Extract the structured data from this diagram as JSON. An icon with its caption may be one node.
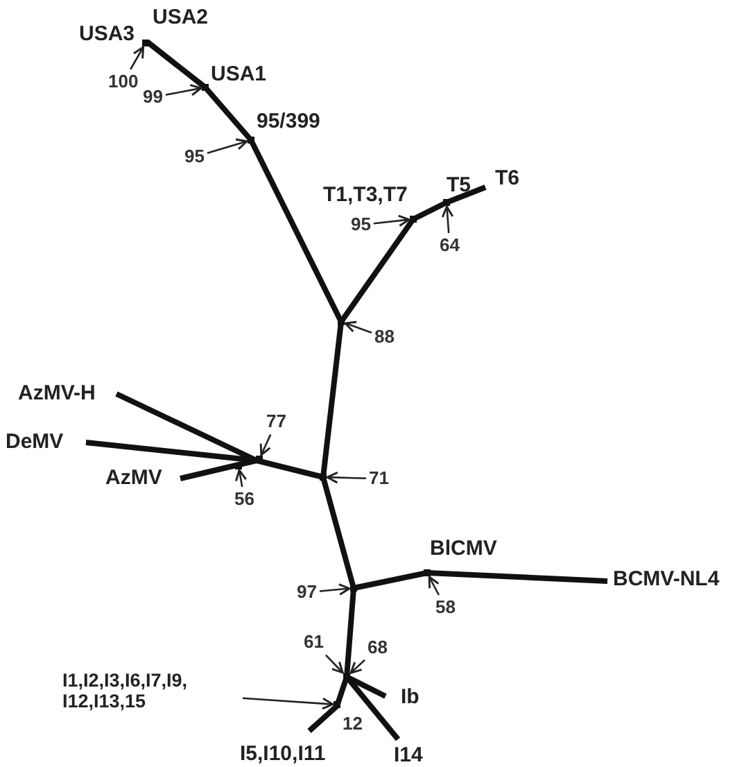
{
  "diagram": {
    "nodes": [
      {
        "text": [
          "100"
        ]
      },
      {
        "text": [
          "99"
        ]
      },
      {
        "text": [
          "95"
        ]
      },
      {
        "text": [
          "95"
        ]
      },
      {
        "text": [
          "64"
        ]
      },
      {
        "text": [
          "88"
        ]
      },
      {
        "text": [
          "77"
        ]
      },
      {
        "text": [
          "71"
        ]
      },
      {
        "text": [
          "56"
        ]
      },
      {
        "text": [
          "97"
        ]
      },
      {
        "text": [
          "58"
        ]
      },
      {
        "text": [
          "61"
        ]
      },
      {
        "text": [
          "68"
        ]
      },
      {
        "text": [
          "I1,I2,I3,I6,I7,I9, I12,I13,15"
        ]
      },
      {
        "text": [],
        "shape": "dot"
      },
      {
        "text": [],
        "shape": "dot"
      },
      {
        "text": [],
        "shape": "dot"
      },
      {
        "text": [],
        "shape": "dot"
      },
      {
        "text": [],
        "shape": "dot"
      },
      {
        "text": [],
        "shape": "dot"
      },
      {
        "text": [],
        "shape": "dot"
      },
      {
        "text": [],
        "shape": "dot"
      },
      {
        "text": [],
        "shape": "dot"
      },
      {
        "text": [],
        "shape": "dot"
      },
      {
        "text": [],
        "shape": "dot"
      },
      {
        "text": [],
        "shape": "dot"
      },
      {
        "text": [],
        "shape": "dot"
      }
    ],
    "edges": [
      {
        "from": 0,
        "to": 14,
        "arrow": "to"
      },
      {
        "from": 1,
        "to": 15,
        "arrow": "to"
      },
      {
        "from": 2,
        "to": 16,
        "arrow": "to"
      },
      {
        "from": 3,
        "to": 18,
        "arrow": "to"
      },
      {
        "from": 4,
        "to": 17,
        "arrow": "to"
      },
      {
        "from": 5,
        "to": 19,
        "arrow": "to"
      },
      {
        "from": 6,
        "to": 20,
        "arrow": "to"
      },
      {
        "from": 7,
        "to": 22,
        "arrow": "to"
      },
      {
        "from": 8,
        "to": 21,
        "arrow": "to"
      },
      {
        "from": 9,
        "to": 24,
        "arrow": "to"
      },
      {
        "from": 10,
        "to": 23,
        "arrow": "to"
      },
      {
        "from": 11,
        "to": 25,
        "arrow": "to"
      },
      {
        "from": 12,
        "to": 25,
        "arrow": "to"
      },
      {
        "from": 13,
        "to": 26,
        "arrow": "to"
      }
    ],
    "labels": [
      "USA3",
      "USA2",
      "USA1",
      "95/399",
      "T1,T3,T7",
      "T5",
      "T6",
      "AzMV-H",
      "DeMV",
      "AzMV",
      "BlCMV",
      "BCMV-NL4",
      "Ib",
      "12",
      "I5,I10,I11",
      "I14"
    ]
  }
}
